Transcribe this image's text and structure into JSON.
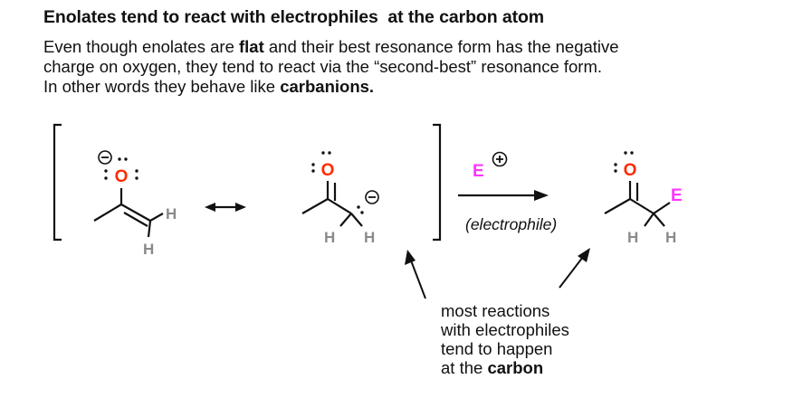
{
  "title": "Enolates tend to react with electrophiles  at the carbon atom",
  "intro": {
    "l1a": "Even though enolates are ",
    "l1b": "flat",
    "l1c": " and their best resonance form has the negative",
    "l2": "charge on oxygen, they tend to react via the “second-best” resonance form.",
    "l3a": "In other words they behave like ",
    "l3b": "carbanions."
  },
  "atoms": {
    "oxygen": "O",
    "hydrogen": "H",
    "electrophile": "E",
    "minus": "−",
    "plus": "+"
  },
  "arrow_label": "(electrophile)",
  "note": {
    "l1": "most reactions",
    "l2": "with electrophiles",
    "l3": "tend to happen",
    "l4a": "at the ",
    "l4b": "carbon"
  },
  "colors": {
    "oxygen": "#ff2a00",
    "hydrogen": "#8a8a8a",
    "electrophile": "#ff33ff",
    "ink": "#111111"
  }
}
